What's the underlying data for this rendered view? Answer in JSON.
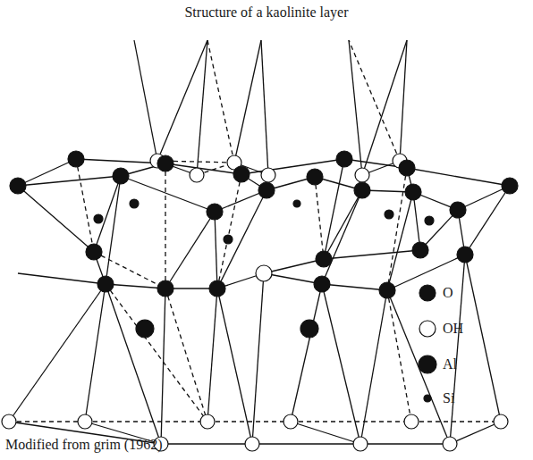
{
  "diagram": {
    "title": "Structure of a kaolinite layer",
    "caption": "Modified from grim (1962)",
    "legend": [
      {
        "text": "O"
      },
      {
        "text": "OH"
      },
      {
        "text": "Al"
      },
      {
        "text": "Si"
      }
    ]
  }
}
